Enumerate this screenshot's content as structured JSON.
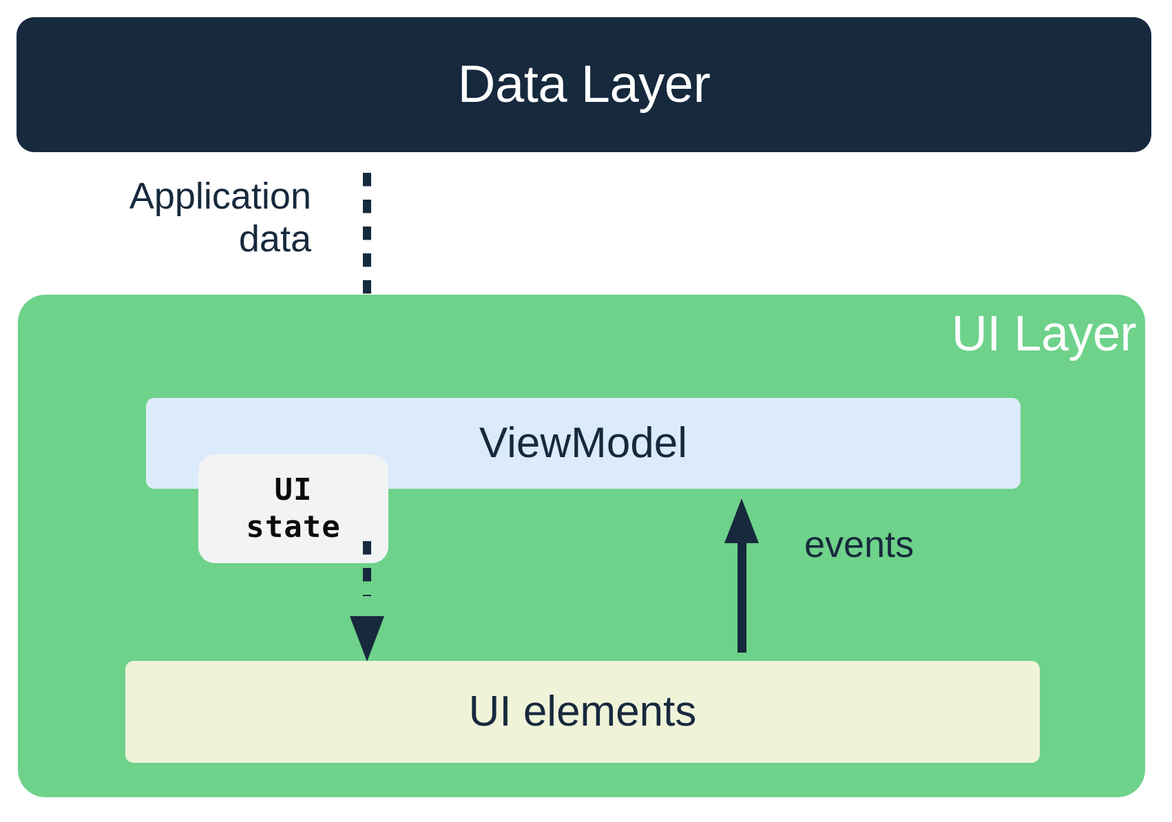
{
  "diagram": {
    "title": "Android app architecture: UI layer and data layer",
    "type": "architecture-layer-diagram"
  },
  "data_layer": {
    "label": "Data Layer",
    "color": "#17293d",
    "text_color": "#ffffff"
  },
  "ui_layer": {
    "label": "UI Layer",
    "color": "#6ed28a",
    "text_color": "#ffffff"
  },
  "viewmodel": {
    "label": "ViewModel",
    "color": "#dcebfb",
    "text_color": "#17293d"
  },
  "ui_state": {
    "line1": "UI",
    "line2": "state",
    "color": "#f1f3f4",
    "text_color": "#0b0b0b"
  },
  "ui_elements": {
    "label": "UI elements",
    "color": "#eff3d8",
    "text_color": "#17293d"
  },
  "connectors": [
    {
      "name": "application-data",
      "label_line1": "Application",
      "label_line2": "data",
      "style": "dotted",
      "direction": "down",
      "from": "Data Layer",
      "to": "ViewModel",
      "color": "#17293d"
    },
    {
      "name": "ui-state-flow",
      "label": "",
      "style": "dotted",
      "direction": "down",
      "from": "UI state",
      "to": "UI elements",
      "color": "#17293d"
    },
    {
      "name": "events",
      "label": "events",
      "style": "solid",
      "direction": "up",
      "from": "UI elements",
      "to": "ViewModel",
      "color": "#17293d"
    }
  ]
}
